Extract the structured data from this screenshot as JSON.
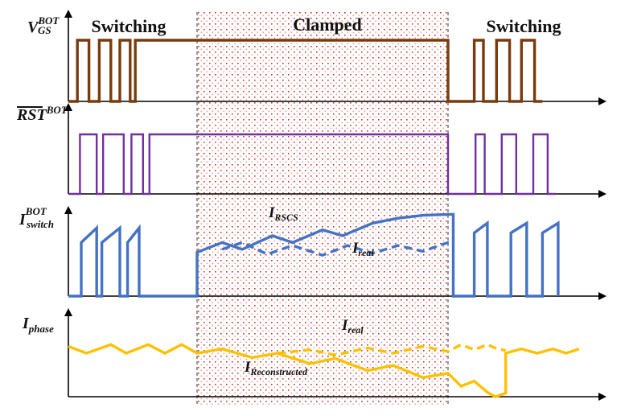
{
  "chart_data": {
    "type": "line",
    "title": "",
    "regions": [
      {
        "name": "Switching",
        "t_start": 0.0,
        "t_end": 1.0
      },
      {
        "name": "Clamped",
        "t_start": 1.0,
        "t_end": 2.0
      },
      {
        "name": "Switching",
        "t_start": 2.0,
        "t_end": 3.0
      }
    ],
    "region_labels": [
      "Switching",
      "Clamped",
      "Switching"
    ],
    "clamped_region_color": "#c0392b",
    "panels": [
      {
        "id": "vgs",
        "ylabel": {
          "main": "V",
          "sup": "BOT",
          "sub": "GS"
        },
        "color": "#7a3b0c",
        "series": [
          {
            "name": "V_GS^BOT",
            "style": "solid",
            "points": [
              [
                0.0,
                0
              ],
              [
                0.07,
                0
              ],
              [
                0.07,
                1
              ],
              [
                0.16,
                1
              ],
              [
                0.16,
                0
              ],
              [
                0.24,
                0
              ],
              [
                0.24,
                1
              ],
              [
                0.33,
                1
              ],
              [
                0.33,
                0
              ],
              [
                0.4,
                0
              ],
              [
                0.4,
                1
              ],
              [
                0.48,
                1
              ],
              [
                0.48,
                0
              ],
              [
                0.52,
                0
              ],
              [
                0.52,
                1
              ],
              [
                2.0,
                1
              ],
              [
                2.0,
                0
              ],
              [
                2.2,
                0
              ],
              [
                2.2,
                1
              ],
              [
                2.27,
                1
              ],
              [
                2.27,
                0
              ],
              [
                2.37,
                0
              ],
              [
                2.37,
                1
              ],
              [
                2.47,
                1
              ],
              [
                2.47,
                0
              ],
              [
                2.56,
                0
              ],
              [
                2.56,
                1
              ],
              [
                2.66,
                1
              ],
              [
                2.66,
                0
              ],
              [
                2.72,
                0
              ]
            ]
          }
        ]
      },
      {
        "id": "rst",
        "ylabel": {
          "main": "RST",
          "overline": true,
          "sup": "BOT"
        },
        "color": "#7030a0",
        "series": [
          {
            "name": "RST_bar^BOT",
            "style": "solid",
            "points": [
              [
                0.0,
                0
              ],
              [
                0.09,
                0
              ],
              [
                0.09,
                1
              ],
              [
                0.22,
                1
              ],
              [
                0.22,
                0
              ],
              [
                0.27,
                0
              ],
              [
                0.27,
                1
              ],
              [
                0.43,
                1
              ],
              [
                0.43,
                0
              ],
              [
                0.49,
                0
              ],
              [
                0.49,
                1
              ],
              [
                0.58,
                1
              ],
              [
                0.58,
                0
              ],
              [
                0.63,
                0
              ],
              [
                0.63,
                1
              ],
              [
                2.0,
                1
              ],
              [
                2.0,
                0
              ],
              [
                2.21,
                0
              ],
              [
                2.21,
                1
              ],
              [
                2.28,
                1
              ],
              [
                2.28,
                0
              ],
              [
                2.41,
                0
              ],
              [
                2.41,
                1
              ],
              [
                2.52,
                1
              ],
              [
                2.52,
                0
              ],
              [
                2.65,
                0
              ],
              [
                2.65,
                1
              ],
              [
                2.76,
                1
              ],
              [
                2.76,
                0
              ],
              [
                2.82,
                0
              ]
            ]
          }
        ]
      },
      {
        "id": "iswitch",
        "ylabel": {
          "main": "I",
          "sup": "BOT",
          "sub": "switch"
        },
        "color": "#4472c4",
        "series": [
          {
            "name": "I_RSCS",
            "style": "solid",
            "label": {
              "main": "I",
              "sub": "RSCS"
            },
            "points": [
              [
                0.0,
                0
              ],
              [
                0.1,
                0
              ],
              [
                0.1,
                0.55
              ],
              [
                0.22,
                0.7
              ],
              [
                0.22,
                0
              ],
              [
                0.26,
                0
              ],
              [
                0.26,
                0.55
              ],
              [
                0.4,
                0.7
              ],
              [
                0.4,
                0
              ],
              [
                0.46,
                0
              ],
              [
                0.46,
                0.55
              ],
              [
                0.55,
                0.7
              ],
              [
                0.55,
                0
              ],
              [
                1.0,
                0
              ],
              [
                1.0,
                0.45
              ],
              [
                1.1,
                0.55
              ],
              [
                1.18,
                0.48
              ],
              [
                1.3,
                0.62
              ],
              [
                1.38,
                0.55
              ],
              [
                1.5,
                0.68
              ],
              [
                1.58,
                0.62
              ],
              [
                1.7,
                0.75
              ],
              [
                1.8,
                0.8
              ],
              [
                1.9,
                0.83
              ],
              [
                2.0,
                0.84
              ],
              [
                2.04,
                0.84
              ],
              [
                2.04,
                0
              ],
              [
                2.2,
                0
              ],
              [
                2.2,
                0.65
              ],
              [
                2.3,
                0.75
              ],
              [
                2.3,
                0
              ],
              [
                2.48,
                0
              ],
              [
                2.48,
                0.65
              ],
              [
                2.6,
                0.75
              ],
              [
                2.6,
                0
              ],
              [
                2.72,
                0
              ],
              [
                2.72,
                0.65
              ],
              [
                2.84,
                0.75
              ],
              [
                2.84,
                0
              ]
            ]
          },
          {
            "name": "I_real",
            "style": "dashed",
            "label": {
              "main": "I",
              "sub": "real"
            },
            "points": [
              [
                1.1,
                0.48
              ],
              [
                1.18,
                0.55
              ],
              [
                1.28,
                0.43
              ],
              [
                1.38,
                0.52
              ],
              [
                1.5,
                0.42
              ],
              [
                1.6,
                0.52
              ],
              [
                1.7,
                0.44
              ],
              [
                1.8,
                0.52
              ],
              [
                1.9,
                0.46
              ],
              [
                2.0,
                0.55
              ],
              [
                2.04,
                0.55
              ]
            ]
          }
        ]
      },
      {
        "id": "iphase",
        "ylabel": {
          "main": "I",
          "sub": "phase"
        },
        "color": "#ffc000",
        "series": [
          {
            "name": "I_Reconstructed",
            "style": "solid",
            "label": {
              "main": "I",
              "sub": "Reconstructed"
            },
            "points": [
              [
                0.0,
                0.58
              ],
              [
                0.14,
                0.5
              ],
              [
                0.33,
                0.6
              ],
              [
                0.45,
                0.5
              ],
              [
                0.62,
                0.6
              ],
              [
                0.75,
                0.5
              ],
              [
                0.88,
                0.6
              ],
              [
                1.0,
                0.5
              ],
              [
                1.1,
                0.55
              ],
              [
                1.22,
                0.45
              ],
              [
                1.32,
                0.5
              ],
              [
                1.45,
                0.38
              ],
              [
                1.55,
                0.44
              ],
              [
                1.68,
                0.3
              ],
              [
                1.78,
                0.36
              ],
              [
                1.9,
                0.22
              ],
              [
                2.0,
                0.27
              ],
              [
                2.1,
                0.12
              ],
              [
                2.2,
                0.18
              ],
              [
                2.3,
                0.05
              ],
              [
                2.36,
                0.0
              ],
              [
                2.44,
                0.04
              ],
              [
                2.44,
                0.5
              ],
              [
                2.56,
                0.55
              ],
              [
                2.68,
                0.5
              ],
              [
                2.8,
                0.55
              ],
              [
                2.9,
                0.5
              ],
              [
                3.0,
                0.55
              ]
            ]
          },
          {
            "name": "I_real",
            "style": "dashed",
            "label": {
              "main": "I",
              "sub": "real"
            },
            "points": [
              [
                1.32,
                0.5
              ],
              [
                1.45,
                0.54
              ],
              [
                1.55,
                0.48
              ],
              [
                1.68,
                0.56
              ],
              [
                1.78,
                0.5
              ],
              [
                1.9,
                0.58
              ],
              [
                2.0,
                0.52
              ],
              [
                2.1,
                0.6
              ],
              [
                2.2,
                0.54
              ],
              [
                2.3,
                0.6
              ],
              [
                2.36,
                0.56
              ],
              [
                2.44,
                0.53
              ]
            ]
          }
        ]
      }
    ],
    "xlabel": "",
    "grid": false,
    "legend": "inline"
  }
}
